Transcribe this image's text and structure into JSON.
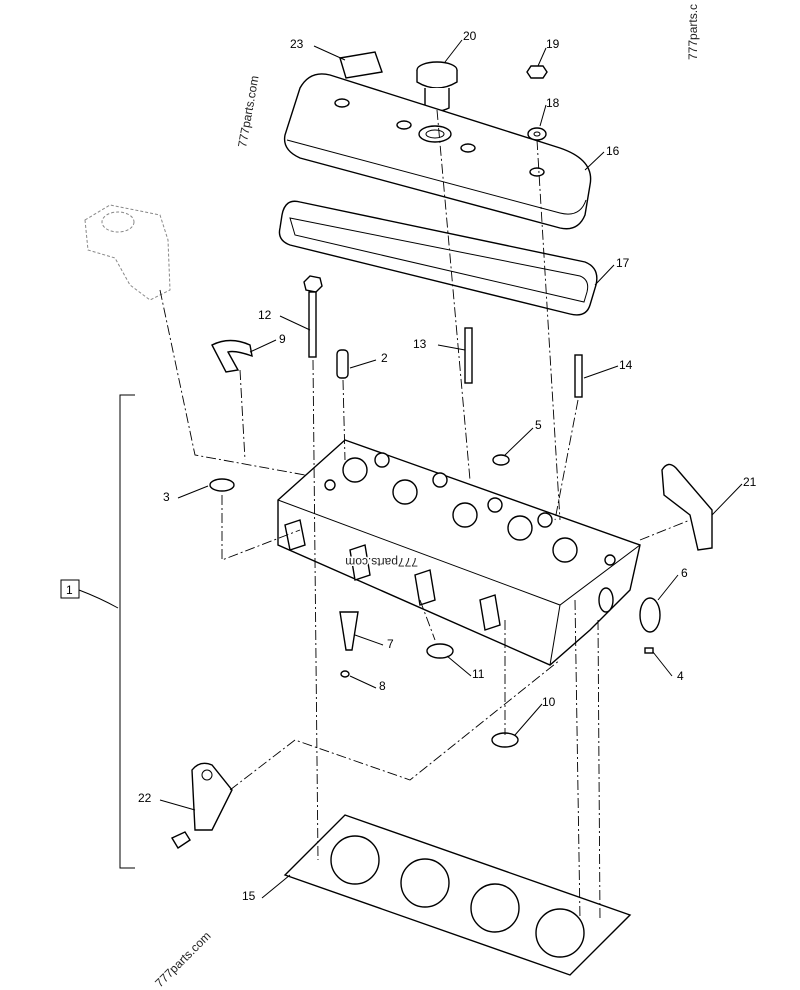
{
  "watermarks": {
    "top_left": "777parts.com",
    "top_right": "777parts.c",
    "center": "777parts.com",
    "bottom_left": "777parts.com"
  },
  "callouts": {
    "c1": "1",
    "c2": "2",
    "c3": "3",
    "c4": "4",
    "c5": "5",
    "c6": "6",
    "c7": "7",
    "c8": "8",
    "c9": "9",
    "c10": "10",
    "c11": "11",
    "c12": "12",
    "c13": "13",
    "c14": "14",
    "c15": "15",
    "c16": "16",
    "c17": "17",
    "c18": "18",
    "c19": "19",
    "c20": "20",
    "c21": "21",
    "c22": "22",
    "c23": "23"
  }
}
